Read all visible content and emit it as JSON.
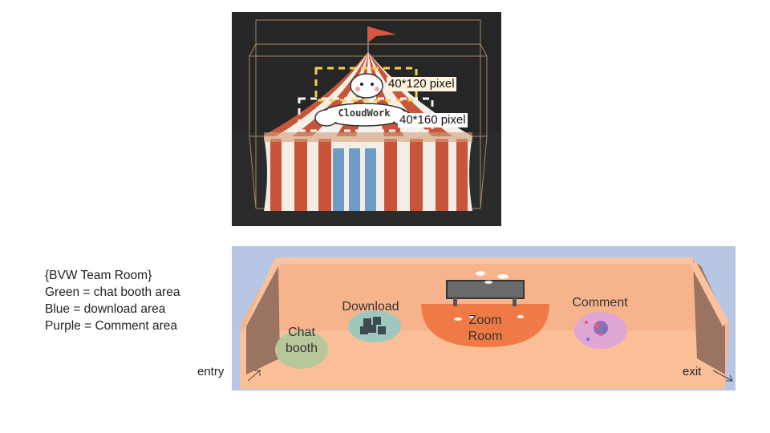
{
  "tent": {
    "logo_text": "CloudWork",
    "dim_small": "40*120 pixel",
    "dim_large": "40*160 pixel"
  },
  "legend": {
    "title": "{BVW Team Room}",
    "green": "Green = chat booth area",
    "blue": "Blue = download area",
    "purple": "Purple = Comment area"
  },
  "room": {
    "chat_line1": "Chat",
    "chat_line2": "booth",
    "download": "Download",
    "zoom_line1": "Zoom",
    "zoom_line2": "Room",
    "comment": "Comment",
    "entry": "entry",
    "exit": "exit"
  },
  "colors": {
    "chat_area": "#b8c79a",
    "download_area": "#9fc7bd",
    "zoom_area": "#f07a45",
    "comment_area": "#e0a6d3",
    "floor": "#fbb98e",
    "tent_red": "#c8553a",
    "tent_blue": "#6e9cc4"
  }
}
